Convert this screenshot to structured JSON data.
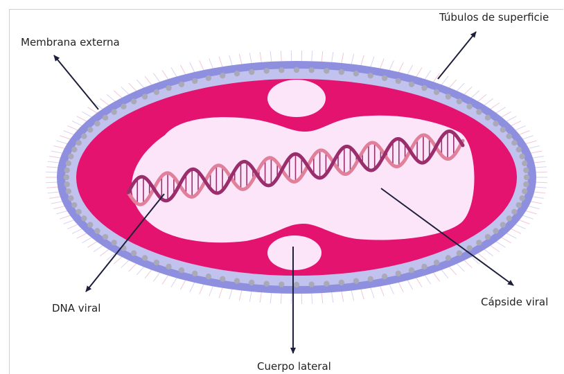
{
  "labels": {
    "outer_membrane": "Membrana externa",
    "surface_tubules": "Túbulos de superficie",
    "viral_dna": "DNA viral",
    "viral_capsid": "Cápside viral",
    "lateral_body": "Cuerpo lateral"
  },
  "colors": {
    "membrane_outer": "#8f8fe0",
    "membrane_inner": "#c2c2ef",
    "bead": "#a9a9b8",
    "magenta": "#e3136f",
    "core": "#fde5f9",
    "dna_dark": "#9a2e6c",
    "dna_light": "#e0809b",
    "arrow": "#1d1f3a"
  }
}
